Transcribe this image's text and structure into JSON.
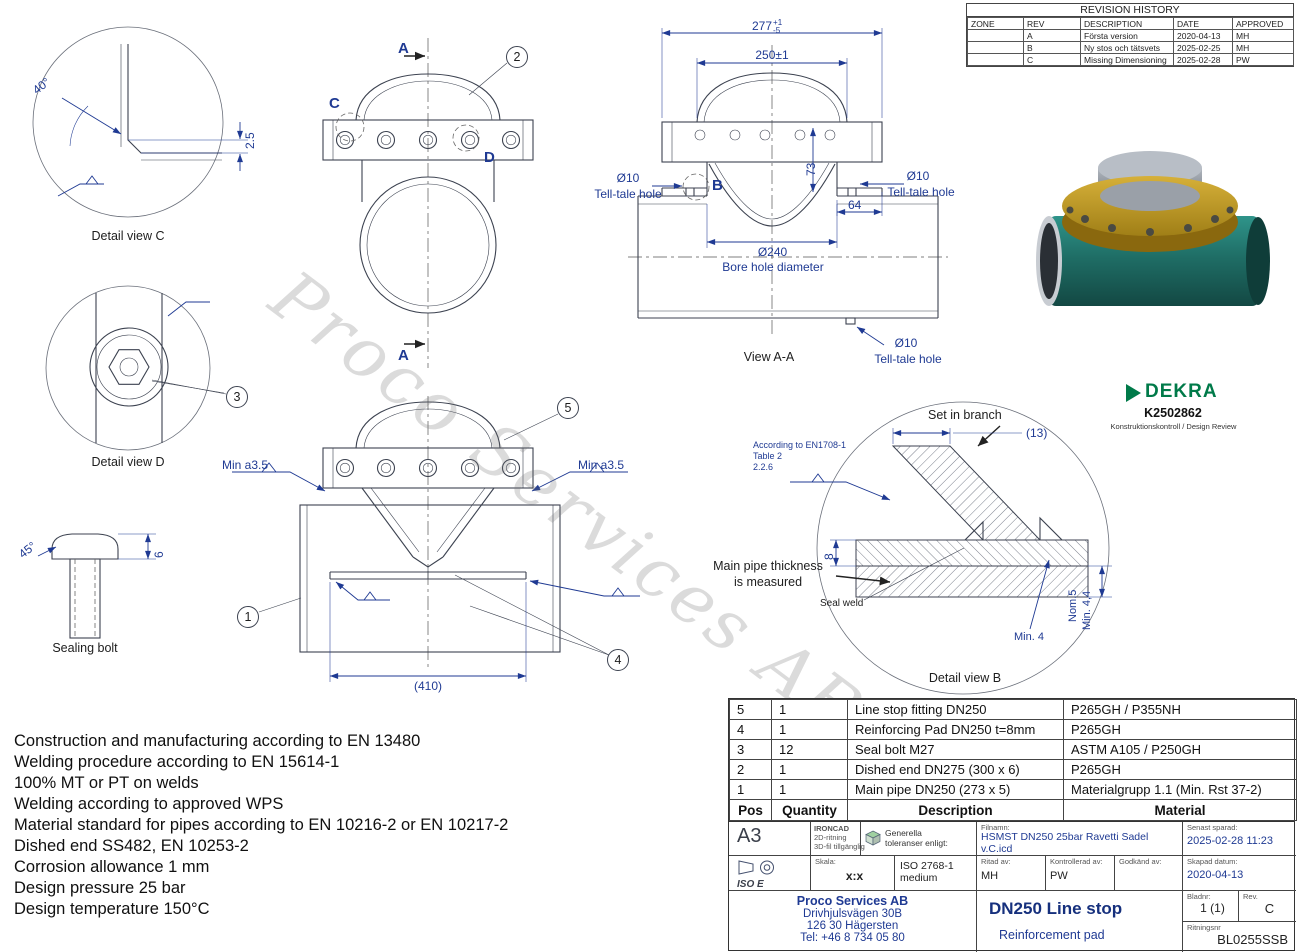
{
  "watermark": "Proco Services AB",
  "revision_history": {
    "title": "REVISION HISTORY",
    "headers": {
      "zone": "ZONE",
      "rev": "REV",
      "description": "DESCRIPTION",
      "date": "DATE",
      "approved": "APPROVED"
    },
    "rows": [
      {
        "zone": "",
        "rev": "A",
        "description": "Första version",
        "date": "2020-04-13",
        "approved": "MH"
      },
      {
        "zone": "",
        "rev": "B",
        "description": "Ny stos och tätsvets",
        "date": "2025-02-25",
        "approved": "MH"
      },
      {
        "zone": "",
        "rev": "C",
        "description": "Missing Dimensioning",
        "date": "2025-02-28",
        "approved": "PW"
      }
    ]
  },
  "detail_c": {
    "caption": "Detail view C",
    "angle": "40°",
    "chamfer": "2.5"
  },
  "detail_d": {
    "caption": "Detail view D",
    "callout": "3"
  },
  "sealing_bolt": {
    "caption": "Sealing bolt",
    "angle": "45°",
    "height": "6"
  },
  "front_view": {
    "section_letter_top": "A",
    "section_letter_bottom": "A",
    "detail_letter_c": "C",
    "detail_letter_d": "D",
    "callout": "2"
  },
  "view_aa": {
    "caption": "View A-A",
    "detail_letter_b": "B",
    "dim_277": "277",
    "dim_277_tol_up": "+1",
    "dim_277_tol_dn": "-5",
    "dim_250": "250±1",
    "dim_73": "73",
    "dim_64": "64",
    "telltale_left_dia": "Ø10",
    "telltale_left_label": "Tell-tale hole",
    "telltale_right_dia": "Ø10",
    "telltale_right_label": "Tell-tale hole",
    "telltale_bottom_dia": "Ø10",
    "telltale_bottom_label": "Tell-tale hole",
    "bore_dia": "Ø240",
    "bore_label": "Bore hole diameter"
  },
  "side_view": {
    "weld_left": "Min a3.5",
    "weld_right": "Min a3.5",
    "callout_1": "1",
    "callout_4": "4",
    "callout_5": "5",
    "dim_width": "(410)"
  },
  "detail_b": {
    "caption": "Detail view B",
    "set_in_branch": "Set in branch",
    "dim_13": "(13)",
    "according_1": "According to EN1708-1",
    "according_2": "Table 2",
    "according_3": "2.2.6",
    "dim_8": "8",
    "main_pipe_note_1": "Main pipe thickness",
    "main_pipe_note_2": "is measured",
    "seal_weld": "Seal weld",
    "dim_min4": "Min. 4",
    "dim_nom5": "Nom.5",
    "dim_min44": "Min. 4,4"
  },
  "dekra": {
    "brand": "DEKRA",
    "number": "K2502862",
    "subtitle": "Konstruktionskontroll / Design Review"
  },
  "notes": [
    "Construction and manufacturing according to EN 13480",
    "Welding procedure according to EN 15614-1",
    "100% MT or PT on welds",
    "Welding according to approved WPS",
    "Material standard for pipes according to EN 10216-2 or EN 10217-2",
    "Dished end SS482, EN 10253-2",
    "Corrosion allowance 1 mm",
    "Design pressure 25 bar",
    "Design temperature 150°C"
  ],
  "bom": {
    "headers": {
      "pos": "Pos",
      "qty": "Quantity",
      "description": "Description",
      "material": "Material"
    },
    "rows": [
      {
        "pos": "5",
        "qty": "1",
        "description": "Line stop fitting DN250",
        "material": "P265GH / P355NH"
      },
      {
        "pos": "4",
        "qty": "1",
        "description": "Reinforcing Pad DN250 t=8mm",
        "material": "P265GH"
      },
      {
        "pos": "3",
        "qty": "12",
        "description": "Seal bolt M27",
        "material": "ASTM A105 / P250GH"
      },
      {
        "pos": "2",
        "qty": "1",
        "description": "Dished end DN275 (300 x 6)",
        "material": "P265GH"
      },
      {
        "pos": "1",
        "qty": "1",
        "description": "Main pipe DN250 (273 x 5)",
        "material": "Materialgrupp 1.1 (Min. Rst 37-2)"
      }
    ]
  },
  "title_block": {
    "format": "A3",
    "projection": "ISO E",
    "cad_line1": "IRONCAD",
    "cad_line2": "2D-ritning",
    "cad_line3": "3D-fil tillgänglig",
    "tol_label_1": "Generella",
    "tol_label_2": "toleranser enligt:",
    "tol_standard": "ISO 2768-1",
    "tol_class": "medium",
    "scale_label": "Skala:",
    "scale_value": "x:x",
    "file_label": "Filnamn:",
    "file_value": "HSMST DN250 25bar Ravetti Sadel v.C.icd",
    "drawn_label": "Ritad av:",
    "drawn_value": "MH",
    "checked_label": "Kontrollerad av:",
    "checked_value": "PW",
    "approved_label": "Godkänd av:",
    "approved_value": "",
    "saved_label": "Senast sparad:",
    "saved_value": "2025-02-28 11:23",
    "created_label": "Skapad datum:",
    "created_value": "2020-04-13",
    "company_name": "Proco Services AB",
    "company_address1": "Drivhjulsvägen 30B",
    "company_address2": "126 30 Hägersten",
    "company_phone": "Tel: +46 8 734 05 80",
    "drawing_title": "DN250 Line stop",
    "drawing_subtitle": "Reinforcement pad",
    "sheet_label": "Bladnr:",
    "sheet_value": "1 (1)",
    "rev_label": "Rev.",
    "rev_value": "C",
    "drawing_no_label": "Ritningsnr",
    "drawing_no_value": "BL0255SSB"
  }
}
